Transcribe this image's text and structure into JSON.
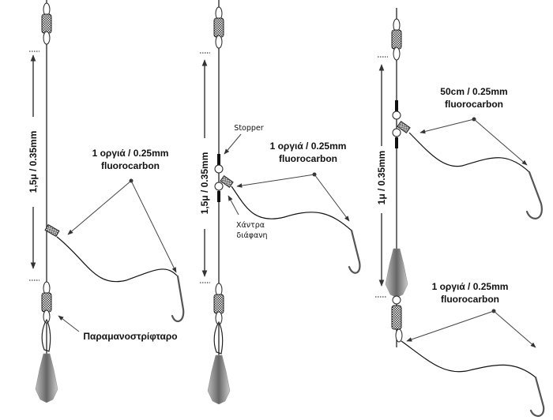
{
  "rigs": [
    {
      "main_line": "1,5μ / 0.35mm",
      "leader": {
        "line1": "1 οργιά / 0.25mm",
        "line2": "fluorocarbon"
      },
      "swivel_label": "Παραμανοστρίφταρο"
    },
    {
      "main_line": "1,5μ / 0.35mm",
      "leader": {
        "line1": "1 οργιά / 0.25mm",
        "line2": "fluorocarbon"
      },
      "stopper_label": "Stopper",
      "bead_label": {
        "line1": "Χάντρα",
        "line2": "διάφανη"
      }
    },
    {
      "main_line": "1μ / 0.35mm",
      "upper_leader": {
        "line1": "50cm / 0.25mm",
        "line2": "fluorocarbon"
      },
      "lower_leader": {
        "line1": "1 οργιά / 0.25mm",
        "line2": "fluorocarbon"
      }
    }
  ]
}
